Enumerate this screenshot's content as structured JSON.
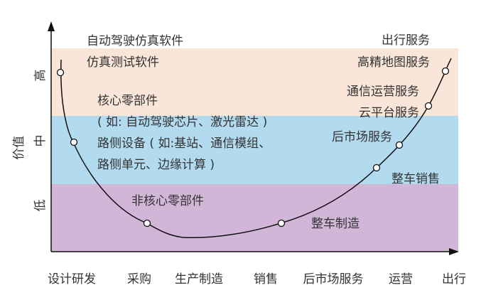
{
  "colors": {
    "high": "#f9e6d9",
    "mid": "#b3dbf0",
    "low": "#d1b6d7",
    "axis": "#111111"
  },
  "y_axis": {
    "title": "价值",
    "levels": [
      "高",
      "中",
      "低"
    ]
  },
  "x_axis": {
    "categories": [
      "设计研发",
      "采购",
      "生产制造",
      "销售",
      "后市场服务",
      "运营",
      "出行"
    ]
  },
  "labels": {
    "sim_software": "自动驾驶仿真软件",
    "sim_test": "仿真测试软件",
    "core_parts": "核心零部件",
    "core_parts_eg": "( 如: 自动驾驶芯片、激光雷达 )",
    "roadside_1": "路侧设备 ( 如:基站、通信模组、",
    "roadside_2": "路侧单元、边缘计算 )",
    "noncore_parts": "非核心零部件",
    "mobility": "出行服务",
    "hd_map": "高精地图服务",
    "telecom": "通信运营服务",
    "cloud": "云平台服务",
    "aftermarket": "后市场服务",
    "vehicle_sales": "整车销售",
    "vehicle_mfg": "整车制造"
  }
}
